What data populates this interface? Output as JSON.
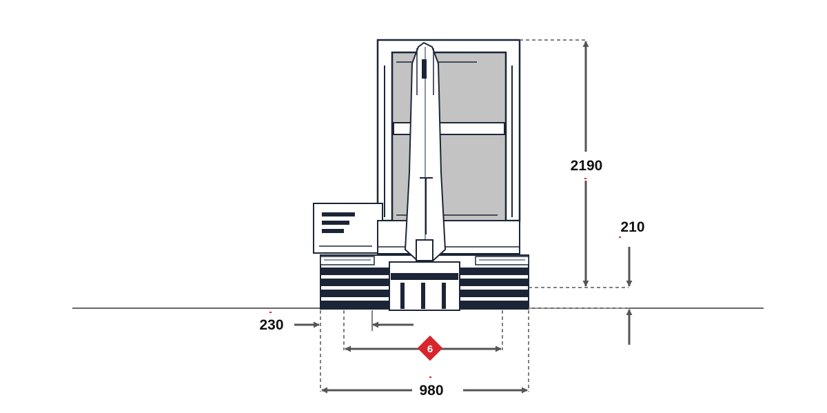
{
  "dimensions": {
    "cab_height": "2190",
    "ground_clearance": "210",
    "track_width": "230",
    "overall_width": "980",
    "gauge_marker": "6"
  },
  "colors": {
    "outline": "#1b2537",
    "glass": "#c3c3c3",
    "dimension_line": "#555555",
    "marker": "#d7252b",
    "text": "#111111"
  },
  "icons": {
    "machine": "mini-excavator-front-view",
    "marker": "red-diamond-badge"
  }
}
